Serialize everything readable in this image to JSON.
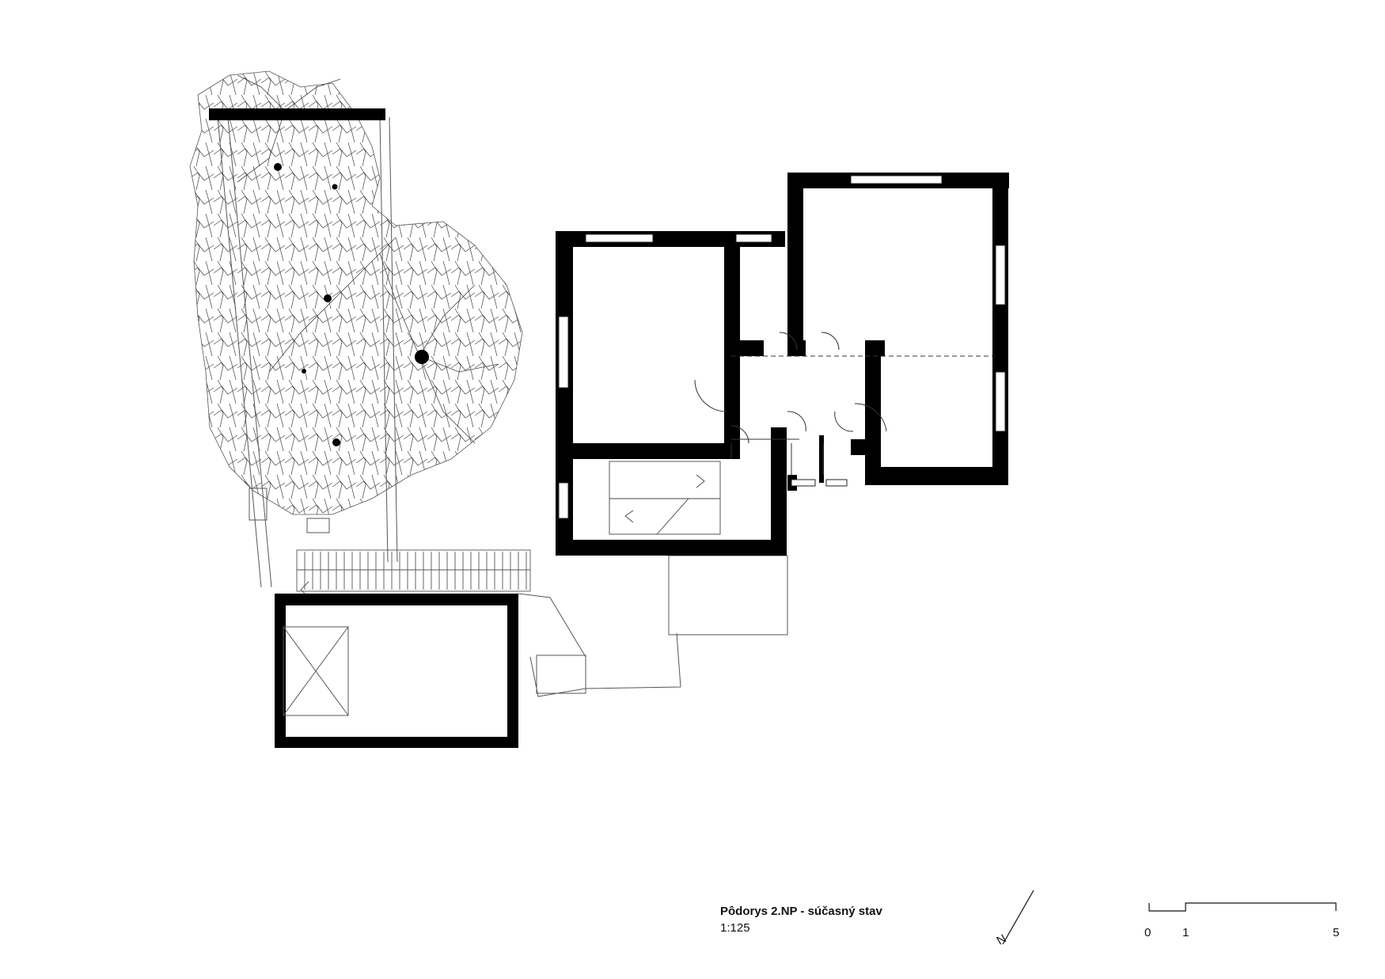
{
  "drawing": {
    "title": "Pôdorys 2.NP - súčasný stav",
    "scale": "1:125"
  },
  "north_arrow": {
    "label": "N"
  },
  "scale_bar": {
    "ticks": [
      "0",
      "1",
      "5"
    ]
  },
  "colors": {
    "wall": "#000000",
    "line": "#333333",
    "background": "#ffffff"
  }
}
